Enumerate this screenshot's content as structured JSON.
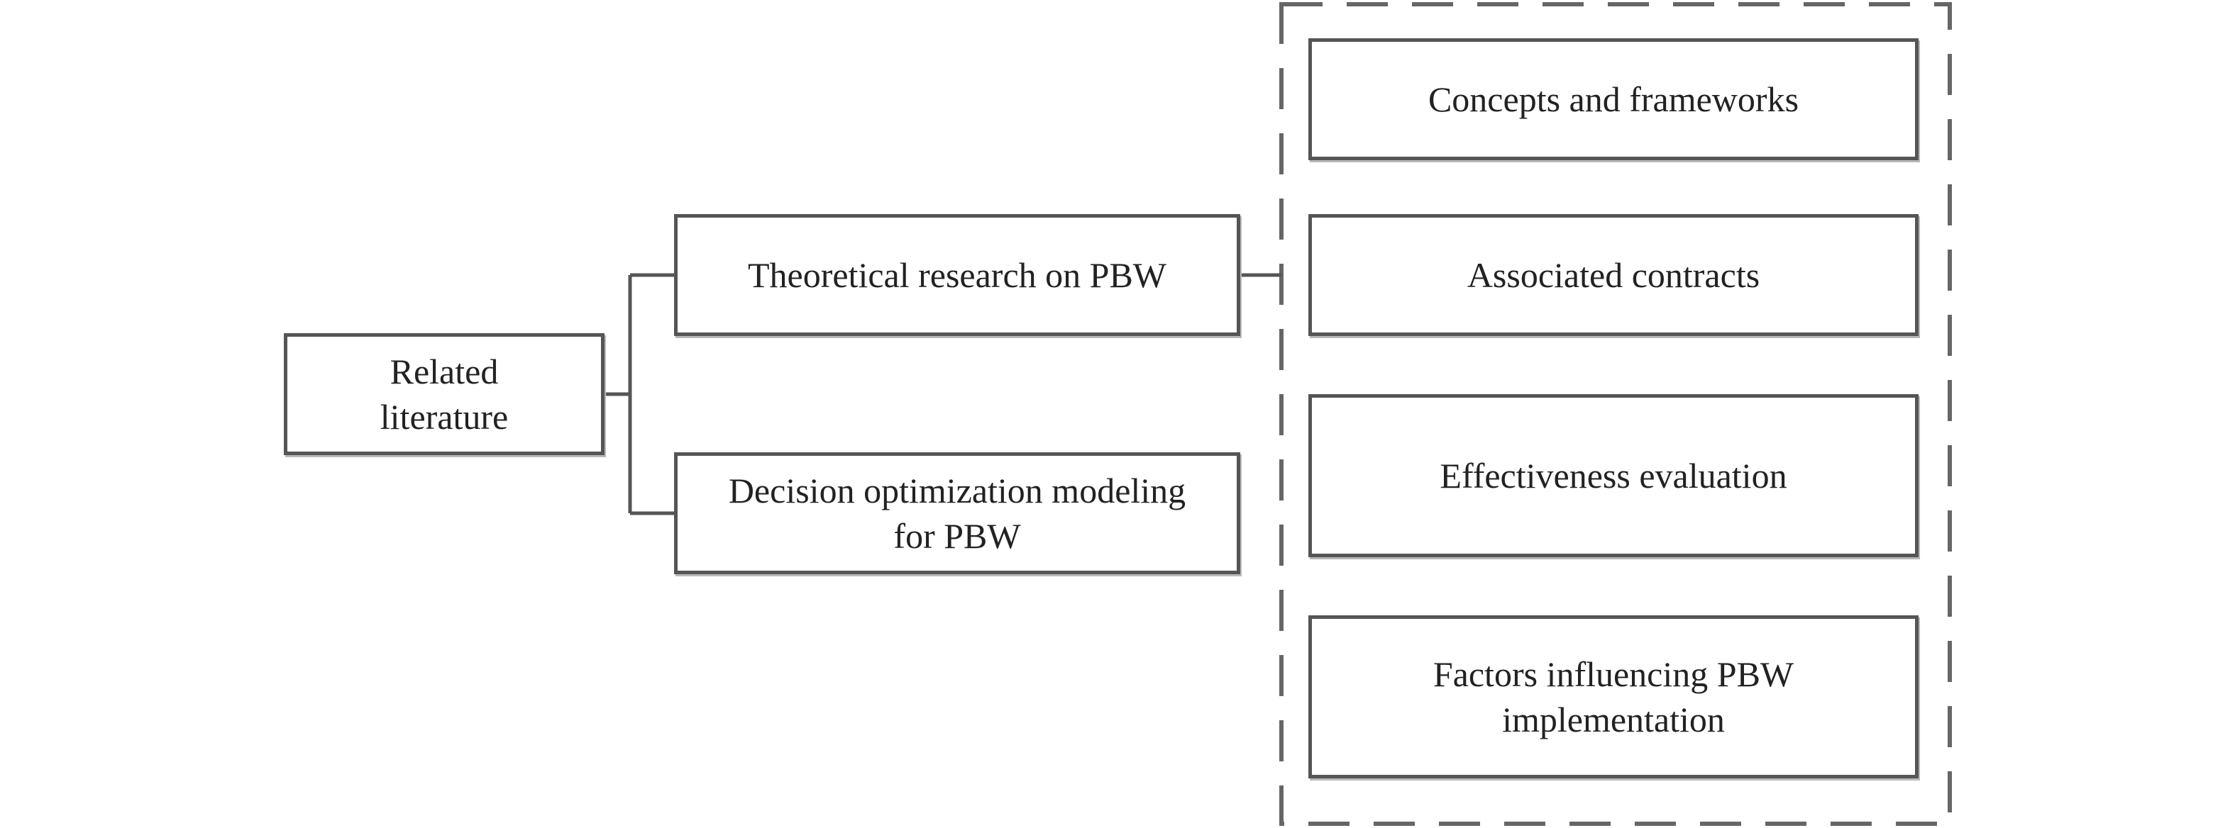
{
  "diagram": {
    "root": {
      "label": "Related\nliterature"
    },
    "branches": [
      {
        "label": "Theoretical research on PBW"
      },
      {
        "label": "Decision optimization modeling\nfor PBW"
      }
    ],
    "group": [
      {
        "label": "Concepts and frameworks"
      },
      {
        "label": "Associated contracts"
      },
      {
        "label": "Effectiveness evaluation"
      },
      {
        "label": "Factors influencing PBW\nimplementation"
      }
    ]
  },
  "colors": {
    "box_border": "#555555",
    "connector": "#555555",
    "dashed_border": "#666666",
    "text": "#222222"
  }
}
